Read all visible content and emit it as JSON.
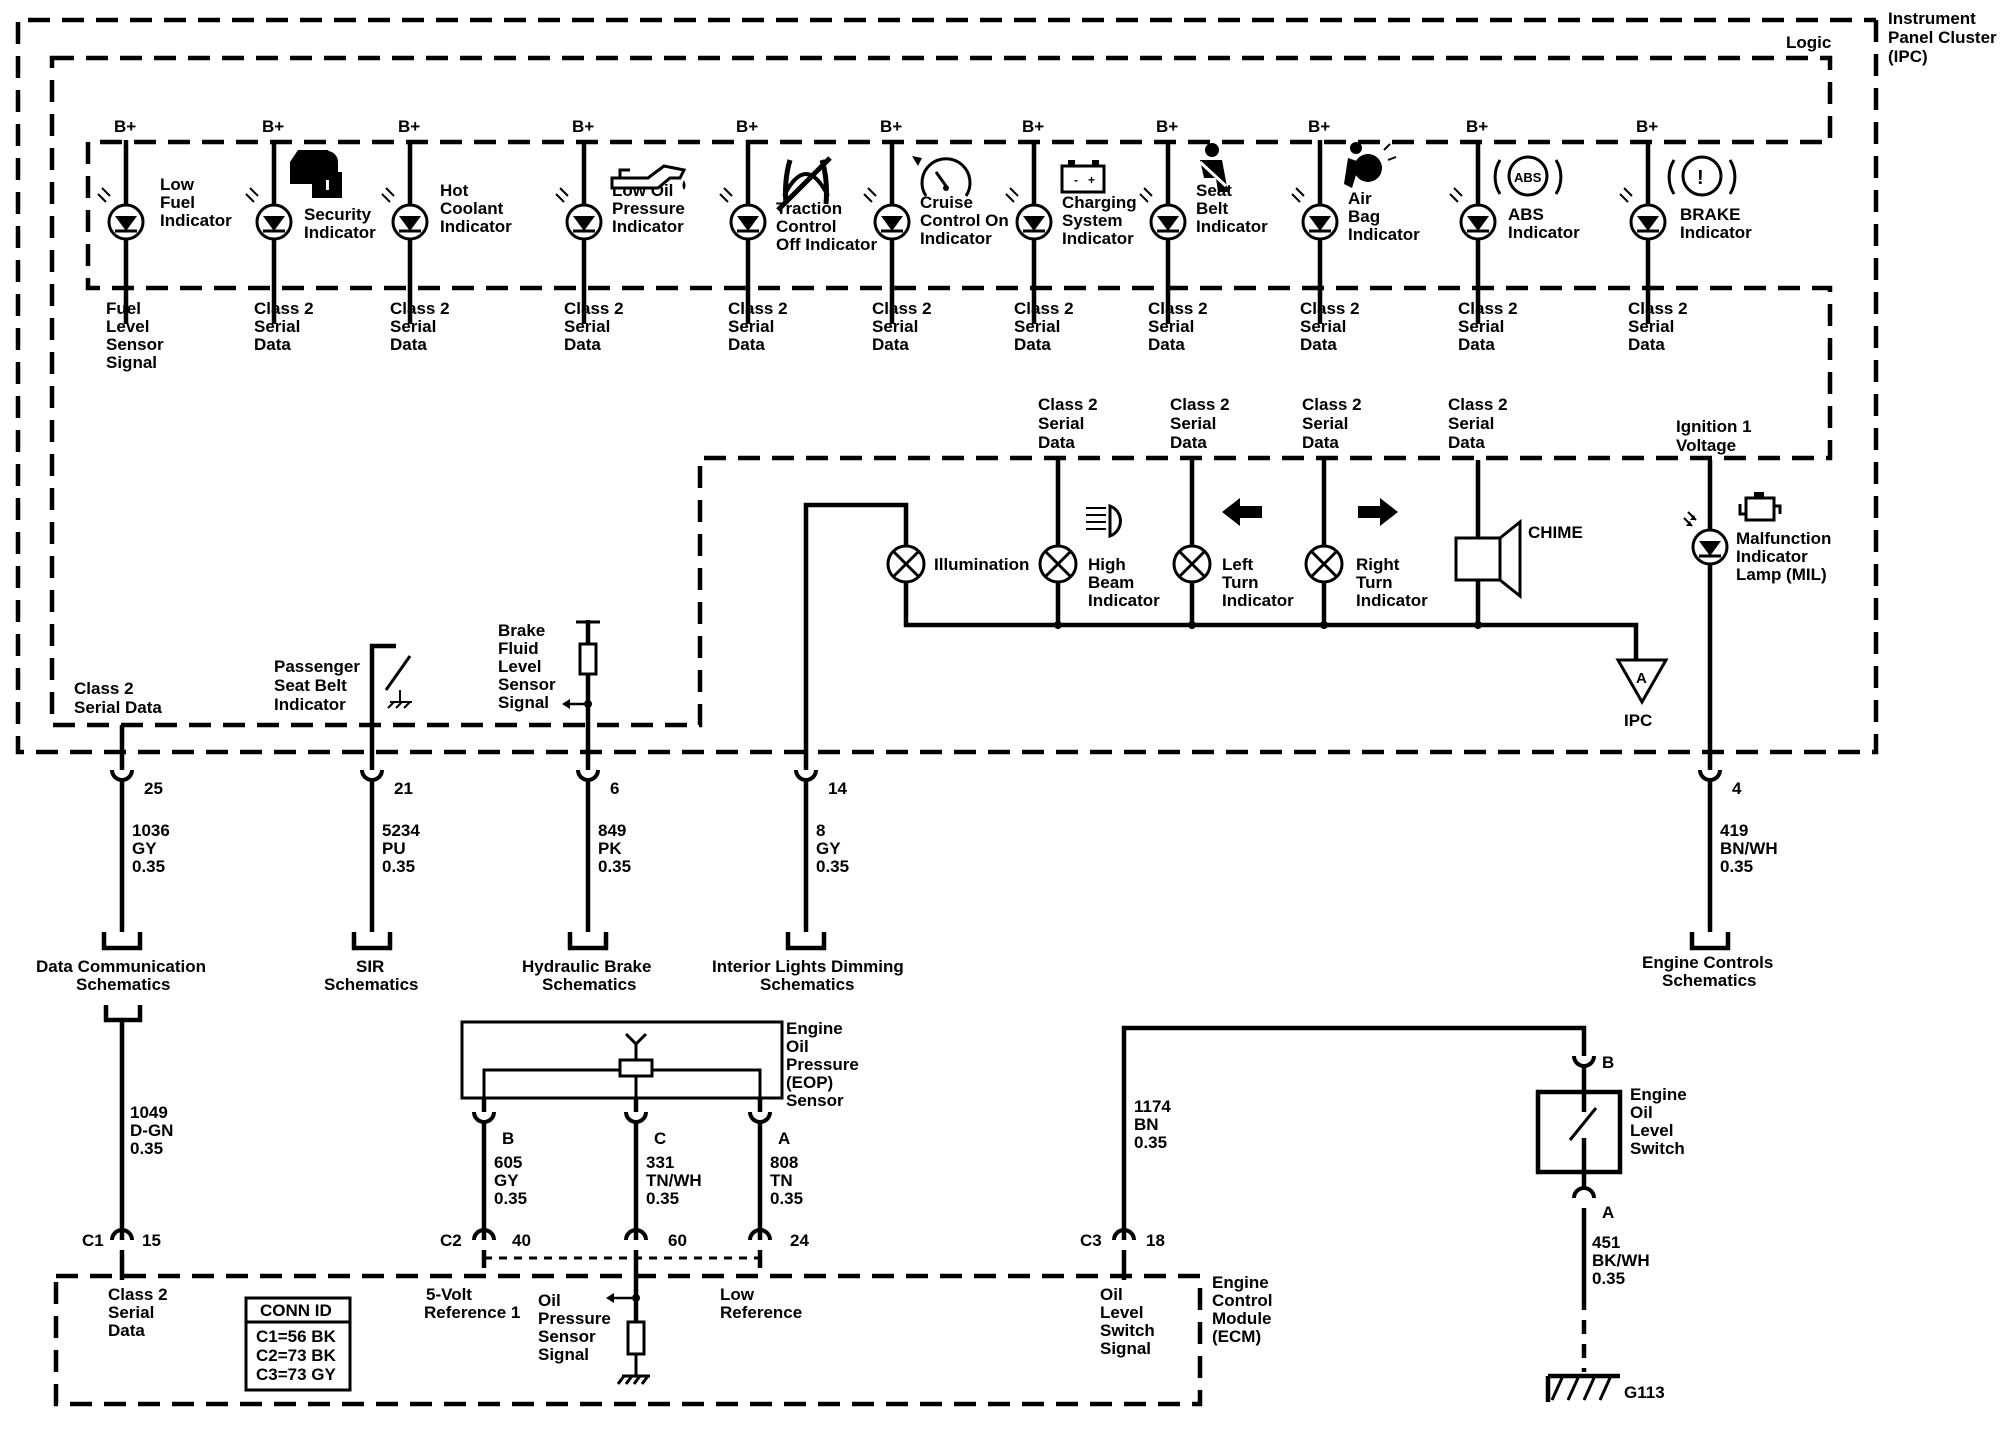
{
  "ipc": {
    "title_lines": [
      "Instrument",
      "Panel Cluster",
      "(IPC)"
    ],
    "logic_label": "Logic",
    "ground_label": "IPC",
    "ground_letter": "A"
  },
  "bplus": "B+",
  "indicators": [
    {
      "id": "low-fuel",
      "label": [
        "Low",
        "Fuel",
        "Indicator"
      ],
      "signal": [
        "Fuel",
        "Level",
        "Sensor",
        "Signal"
      ],
      "icon": "fuel-icon"
    },
    {
      "id": "security",
      "label": [
        "Security",
        "Indicator"
      ],
      "signal": [
        "Class 2",
        "Serial",
        "Data"
      ],
      "icon": "security-car-lock-icon"
    },
    {
      "id": "hot-coolant",
      "label": [
        "Hot",
        "Coolant",
        "Indicator"
      ],
      "signal": [
        "Class 2",
        "Serial",
        "Data"
      ],
      "icon": "coolant-icon"
    },
    {
      "id": "low-oil",
      "label": [
        "Low Oil",
        "Pressure",
        "Indicator"
      ],
      "signal": [
        "Class 2",
        "Serial",
        "Data"
      ],
      "icon": "oil-can-icon"
    },
    {
      "id": "traction",
      "label": [
        "Traction",
        "Control",
        "Off Indicator"
      ],
      "signal": [
        "Class 2",
        "Serial",
        "Data"
      ],
      "icon": "traction-control-icon"
    },
    {
      "id": "cruise",
      "label": [
        "Cruise",
        "Control On",
        "Indicator"
      ],
      "signal": [
        "Class 2",
        "Serial",
        "Data"
      ],
      "icon": "cruise-control-icon"
    },
    {
      "id": "charging",
      "label": [
        "Charging",
        "System",
        "Indicator"
      ],
      "signal": [
        "Class 2",
        "Serial",
        "Data"
      ],
      "icon": "battery-icon"
    },
    {
      "id": "seat-belt",
      "label": [
        "Seat",
        "Belt",
        "Indicator"
      ],
      "signal": [
        "Class 2",
        "Serial",
        "Data"
      ],
      "icon": "seat-belt-icon"
    },
    {
      "id": "air-bag",
      "label": [
        "Air",
        "Bag",
        "Indicator"
      ],
      "signal": [
        "Class 2",
        "Serial",
        "Data"
      ],
      "icon": "air-bag-icon"
    },
    {
      "id": "abs",
      "label": [
        "ABS",
        "Indicator"
      ],
      "signal": [
        "Class 2",
        "Serial",
        "Data"
      ],
      "icon": "abs-icon",
      "icon_text": "ABS"
    },
    {
      "id": "brake",
      "label": [
        "BRAKE",
        "Indicator"
      ],
      "signal": [
        "Class 2",
        "Serial",
        "Data"
      ],
      "icon": "brake-warning-icon",
      "icon_text": "!"
    }
  ],
  "lamps": {
    "illumination": "Illumination",
    "high_beam": {
      "label": [
        "High",
        "Beam",
        "Indicator"
      ],
      "signal": [
        "Class 2",
        "Serial",
        "Data"
      ]
    },
    "left_turn": {
      "label": [
        "Left",
        "Turn",
        "Indicator"
      ],
      "signal": [
        "Class 2",
        "Serial",
        "Data"
      ]
    },
    "right_turn": {
      "label": [
        "Right",
        "Turn",
        "Indicator"
      ],
      "signal": [
        "Class 2",
        "Serial",
        "Data"
      ]
    },
    "chime": {
      "label": "CHIME",
      "signal": [
        "Class 2",
        "Serial",
        "Data"
      ]
    },
    "mil": {
      "label": [
        "Malfunction",
        "Indicator",
        "Lamp (MIL)"
      ],
      "signal": [
        "Ignition 1",
        "Voltage"
      ]
    }
  },
  "ipc_inputs": {
    "class2": [
      "Class 2",
      "Serial Data"
    ],
    "passenger_belt": [
      "Passenger",
      "Seat Belt",
      "Indicator"
    ],
    "brake_fluid": [
      "Brake",
      "Fluid",
      "Level",
      "Sensor",
      "Signal"
    ]
  },
  "ipc_pins": [
    {
      "pin": "25",
      "wire": [
        "1036",
        "GY",
        "0.35"
      ],
      "dest": [
        "Data Communication",
        "Schematics"
      ]
    },
    {
      "pin": "21",
      "wire": [
        "5234",
        "PU",
        "0.35"
      ],
      "dest": [
        "SIR",
        "Schematics"
      ]
    },
    {
      "pin": "6",
      "wire": [
        "849",
        "PK",
        "0.35"
      ],
      "dest": [
        "Hydraulic Brake",
        "Schematics"
      ]
    },
    {
      "pin": "14",
      "wire": [
        "8",
        "GY",
        "0.35"
      ],
      "dest": [
        "Interior Lights Dimming",
        "Schematics"
      ]
    },
    {
      "pin": "4",
      "wire": [
        "419",
        "BN/WH",
        "0.35"
      ],
      "dest": [
        "Engine Controls",
        "Schematics"
      ]
    }
  ],
  "data_link_wire": [
    "1049",
    "D-GN",
    "0.35"
  ],
  "eop": {
    "label": [
      "Engine",
      "Oil",
      "Pressure",
      "(EOP)",
      "Sensor"
    ],
    "pins": [
      {
        "letter": "B",
        "wire": [
          "605",
          "GY",
          "0.35"
        ],
        "ecm_pin": "40"
      },
      {
        "letter": "C",
        "wire": [
          "331",
          "TN/WH",
          "0.35"
        ],
        "ecm_pin": "60"
      },
      {
        "letter": "A",
        "wire": [
          "808",
          "TN",
          "0.35"
        ],
        "ecm_pin": "24"
      }
    ]
  },
  "oil_level_switch": {
    "label": [
      "Engine",
      "Oil",
      "Level",
      "Switch"
    ],
    "pin_top": "B",
    "pin_bottom": "A",
    "wire_top": [
      "1174",
      "BN",
      "0.35"
    ],
    "wire_bottom": [
      "451",
      "BK/WH",
      "0.35"
    ],
    "ground": "G113"
  },
  "ecm": {
    "label": [
      "Engine",
      "Control",
      "Module",
      "(ECM)"
    ],
    "c1": {
      "conn": "C1",
      "pin": "15",
      "label": [
        "Class 2",
        "Serial",
        "Data"
      ]
    },
    "c2": {
      "conn": "C2",
      "ref5v": [
        "5-Volt",
        "Reference 1"
      ],
      "low_ref": [
        "Low",
        "Reference"
      ],
      "oil_signal": [
        "Oil",
        "Pressure",
        "Sensor",
        "Signal"
      ]
    },
    "c3": {
      "conn": "C3",
      "pin": "18",
      "label": [
        "Oil",
        "Level",
        "Switch",
        "Signal"
      ]
    },
    "conn_id": {
      "title": "CONN ID",
      "rows": [
        "C1=56 BK",
        "C2=73 BK",
        "C3=73 GY"
      ]
    }
  }
}
